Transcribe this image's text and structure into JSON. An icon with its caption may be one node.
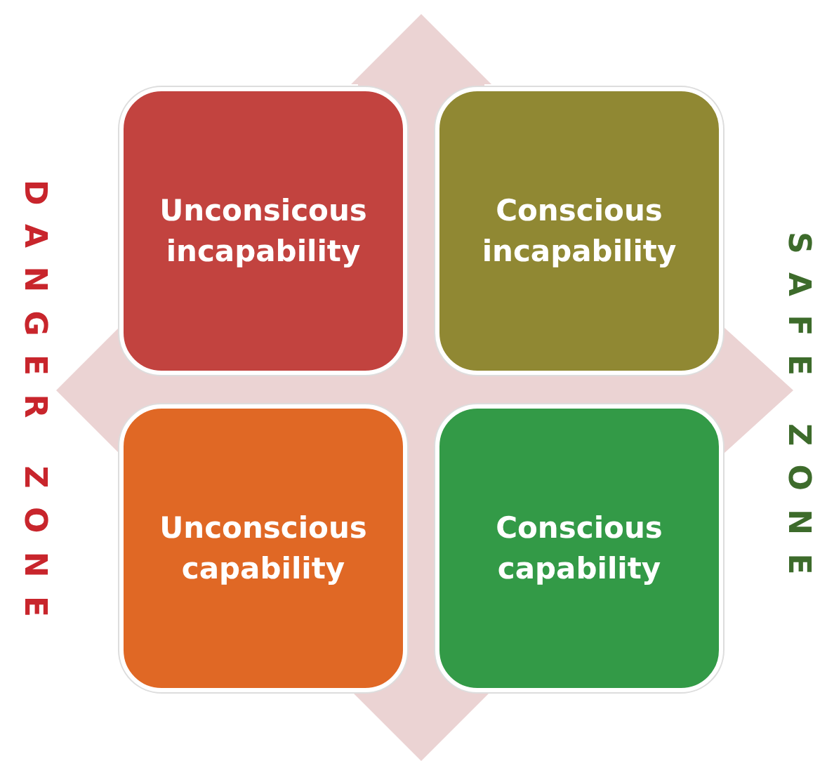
{
  "diagram": {
    "nodes": [
      {
        "text": [
          "Unconsicous incapability"
        ]
      },
      {
        "text": [
          "Conscious incapability"
        ]
      },
      {
        "text": [
          "Unconscious capability"
        ]
      },
      {
        "text": [
          "Conscious capability"
        ]
      }
    ],
    "labels": [
      "DANGER ZONE",
      "SAFE ZONE"
    ]
  }
}
